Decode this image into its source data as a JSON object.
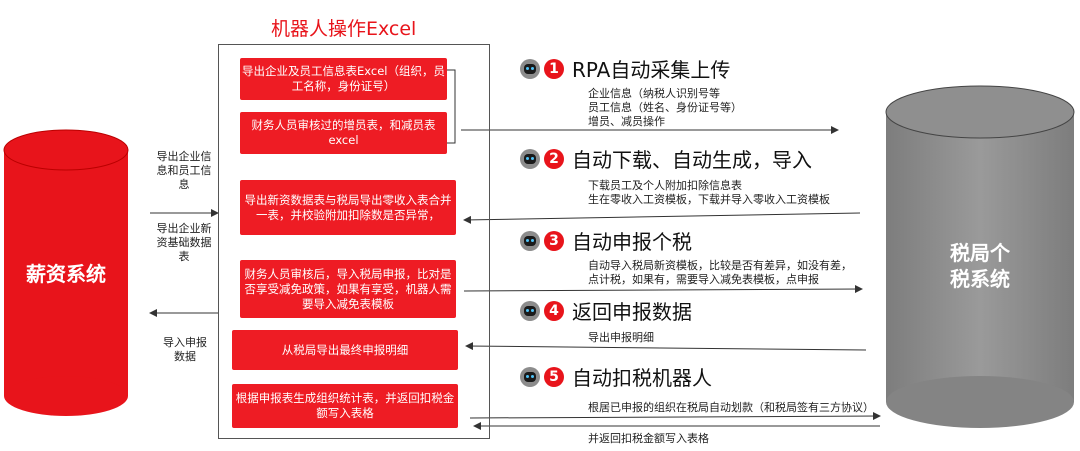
{
  "title": "机器人操作Excel",
  "left_system": {
    "label": "薪资系统",
    "color": "#e8141b"
  },
  "right_system": {
    "label": "税局个税系统",
    "color": "#8a8a8a"
  },
  "left_notes": {
    "export_info": "导出企业信息和员工信息",
    "export_base": "导出企业新资基础数据表",
    "import_data": "导入申报数据"
  },
  "process_boxes": [
    "导出企业及员工信息表Excel（组织，员工名称，身份证号）",
    "财务人员审核过的增员表，和减员表excel",
    "导出新资数据表与税局导出零收入表合并一表，并校验附加扣除数是否异常，",
    "财务人员审核后，导入税局申报，比对是否享受减免政策，如果有享受，机器人需要导入减免表模板",
    "从税局导出最终申报明细",
    "根据申报表生成组织统计表，并返回扣税金额写入表格"
  ],
  "steps": [
    {
      "num": "1",
      "title": "RPA自动采集上传",
      "lines": [
        "企业信息（纳税人识别号等",
        "员工信息（姓名、身份证号等）",
        "增员、减员操作"
      ]
    },
    {
      "num": "2",
      "title": "自动下载、自动生成，导入",
      "lines": [
        "下载员工及个人附加扣除信息表",
        "生在零收入工资模板，下载并导入零收入工资模板"
      ]
    },
    {
      "num": "3",
      "title": "自动申报个税",
      "lines": [
        "自动导入税局新资模板，比较是否有差异，如没有差，",
        "点计税，如果有，需要导入减免表模板，点申报"
      ]
    },
    {
      "num": "4",
      "title": "返回申报数据",
      "lines": [
        "导出申报明细"
      ]
    },
    {
      "num": "5",
      "title": "自动扣税机器人",
      "lines": [
        "根居已申报的组织在税局自动划款（和税局签有三方协议）"
      ]
    }
  ],
  "bottom_note": "并返回扣税金额写入表格",
  "icons": {
    "robot": "robot-icon",
    "arrow": "arrow-icon"
  },
  "colors": {
    "accent_red": "#ee1c24",
    "frame": "#555555",
    "arrow": "#333333"
  }
}
